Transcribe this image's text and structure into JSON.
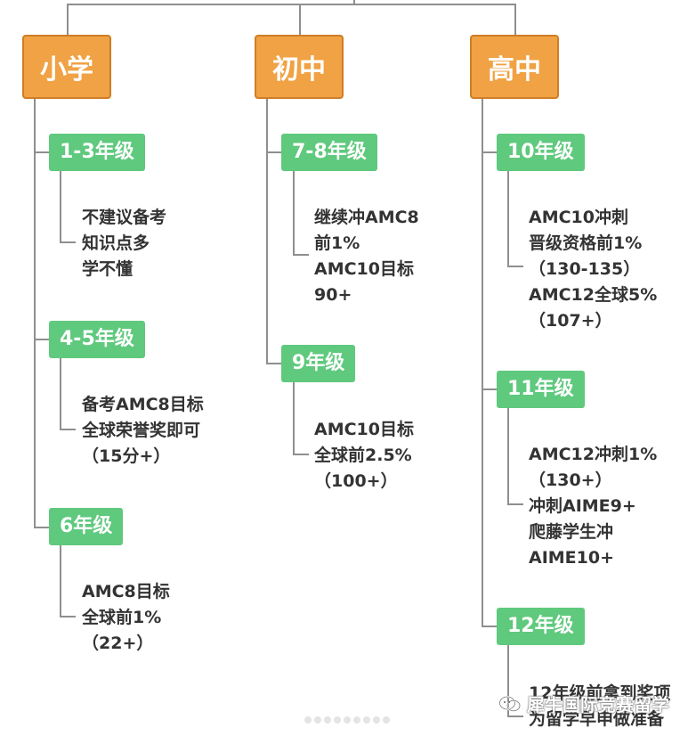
{
  "stages": [
    {
      "id": "primary",
      "label": "小学",
      "grades": [
        {
          "label": "1-3年级",
          "notes": [
            "不建议备考",
            "知识点多",
            "学不懂"
          ]
        },
        {
          "label": "4-5年级",
          "notes": [
            "备考AMC8目标",
            "全球荣誉奖即可",
            "（15分+）"
          ]
        },
        {
          "label": "6年级",
          "notes": [
            "AMC8目标",
            "全球前1%",
            "（22+）"
          ]
        }
      ]
    },
    {
      "id": "middle",
      "label": "初中",
      "grades": [
        {
          "label": "7-8年级",
          "notes": [
            "继续冲AMC8",
            "前1%",
            "AMC10目标",
            "90+"
          ]
        },
        {
          "label": "9年级",
          "notes": [
            "AMC10目标",
            "全球前2.5%",
            "（100+）"
          ]
        }
      ]
    },
    {
      "id": "high",
      "label": "高中",
      "grades": [
        {
          "label": "10年级",
          "notes": [
            "AMC10冲刺",
            "晋级资格前1%",
            "（130-135）",
            "AMC12全球5%",
            "（107+）"
          ]
        },
        {
          "label": "11年级",
          "notes": [
            "AMC12冲刺1%",
            "（130+）",
            "冲刺AIME9+",
            "爬藤学生冲",
            "AIME10+"
          ]
        },
        {
          "label": "12年级",
          "notes": [
            "12年级前拿到奖项",
            "为留学早申做准备"
          ]
        }
      ]
    }
  ],
  "watermark": {
    "text": "犀牛国际竞赛留学",
    "icon": "wechat-icon"
  }
}
